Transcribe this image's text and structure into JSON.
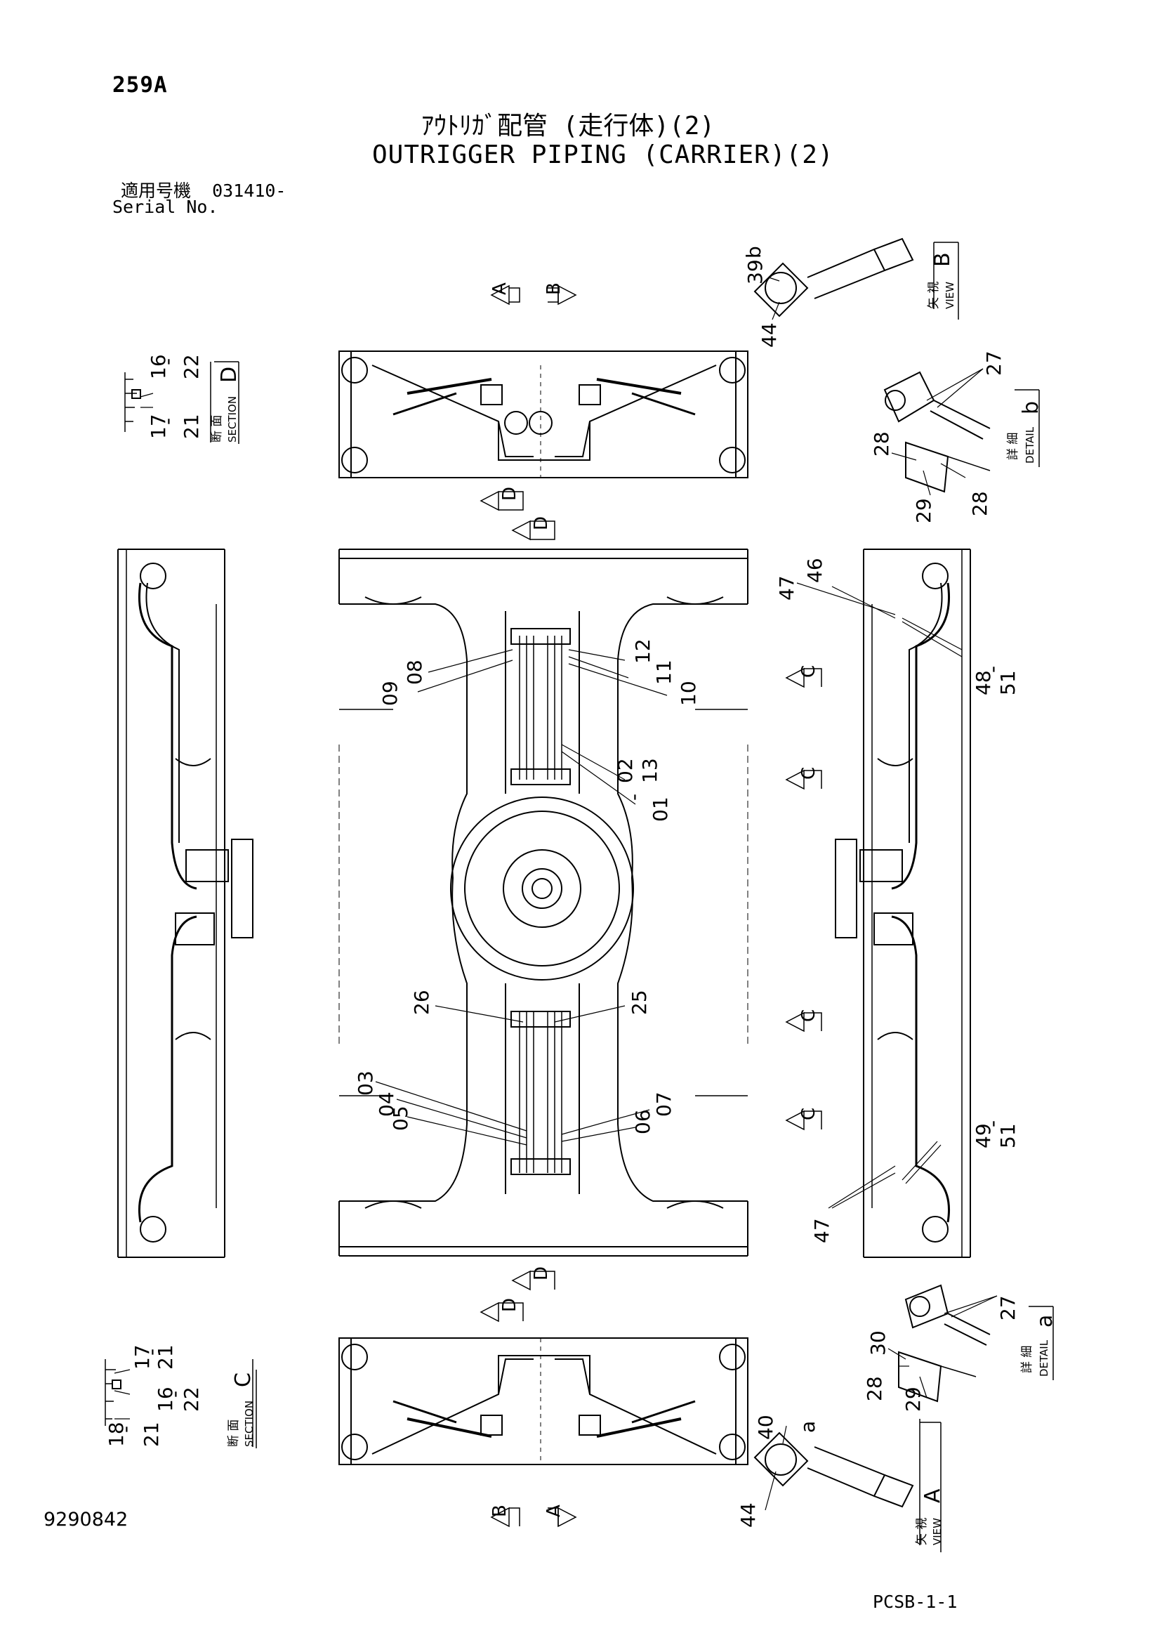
{
  "header": {
    "page_number": "259A",
    "title_jp": "ｱｳﾄﾘｶﾞ配管 (走行体)(2)",
    "title_en": "OUTRIGGER PIPING (CARRIER)(2)",
    "serial_label_jp": "適用号機",
    "serial_value": "031410-",
    "serial_label_en": "Serial No."
  },
  "footer": {
    "drawing_number": "9290842",
    "sheet_code": "PCSB-1-1"
  },
  "view_markers": {
    "a": "A",
    "b": "B",
    "c": "C",
    "d": "D"
  },
  "callouts": {
    "view_b": {
      "letter": "b",
      "parts": [
        "39",
        "44"
      ],
      "jp": "矢 視",
      "en": "VIEW",
      "id": "B"
    },
    "view_a": {
      "letter": "a",
      "parts": [
        "40",
        "44"
      ],
      "jp": "矢 視",
      "en": "VIEW",
      "id": "A"
    },
    "detail_b": {
      "parts": [
        "27",
        "28",
        "29",
        "28"
      ],
      "jp": "詳 細",
      "en": "DETAIL",
      "id": "b"
    },
    "detail_a": {
      "parts": [
        "27",
        "30",
        "28",
        "29"
      ],
      "jp": "詳 細",
      "en": "DETAIL",
      "id": "a"
    },
    "section_d": {
      "parts": [
        "16",
        "-",
        "22",
        "17",
        "-",
        "21"
      ],
      "jp": "断 面",
      "en": "SECTION",
      "id": "D"
    },
    "section_c": {
      "parts": [
        "17",
        "-",
        "21",
        "16",
        "-",
        "22",
        "18",
        "-",
        "21"
      ],
      "jp": "断 面",
      "en": "SECTION",
      "id": "C"
    },
    "center_parts": [
      "08",
      "09",
      "12",
      "11",
      "10",
      "02",
      "-",
      "13",
      "01",
      "26",
      "25",
      "03",
      "04",
      "05",
      "07",
      "06"
    ],
    "right_parts": [
      "47",
      "46",
      "48",
      "-",
      "51",
      "49",
      "-",
      "51",
      "47"
    ]
  }
}
